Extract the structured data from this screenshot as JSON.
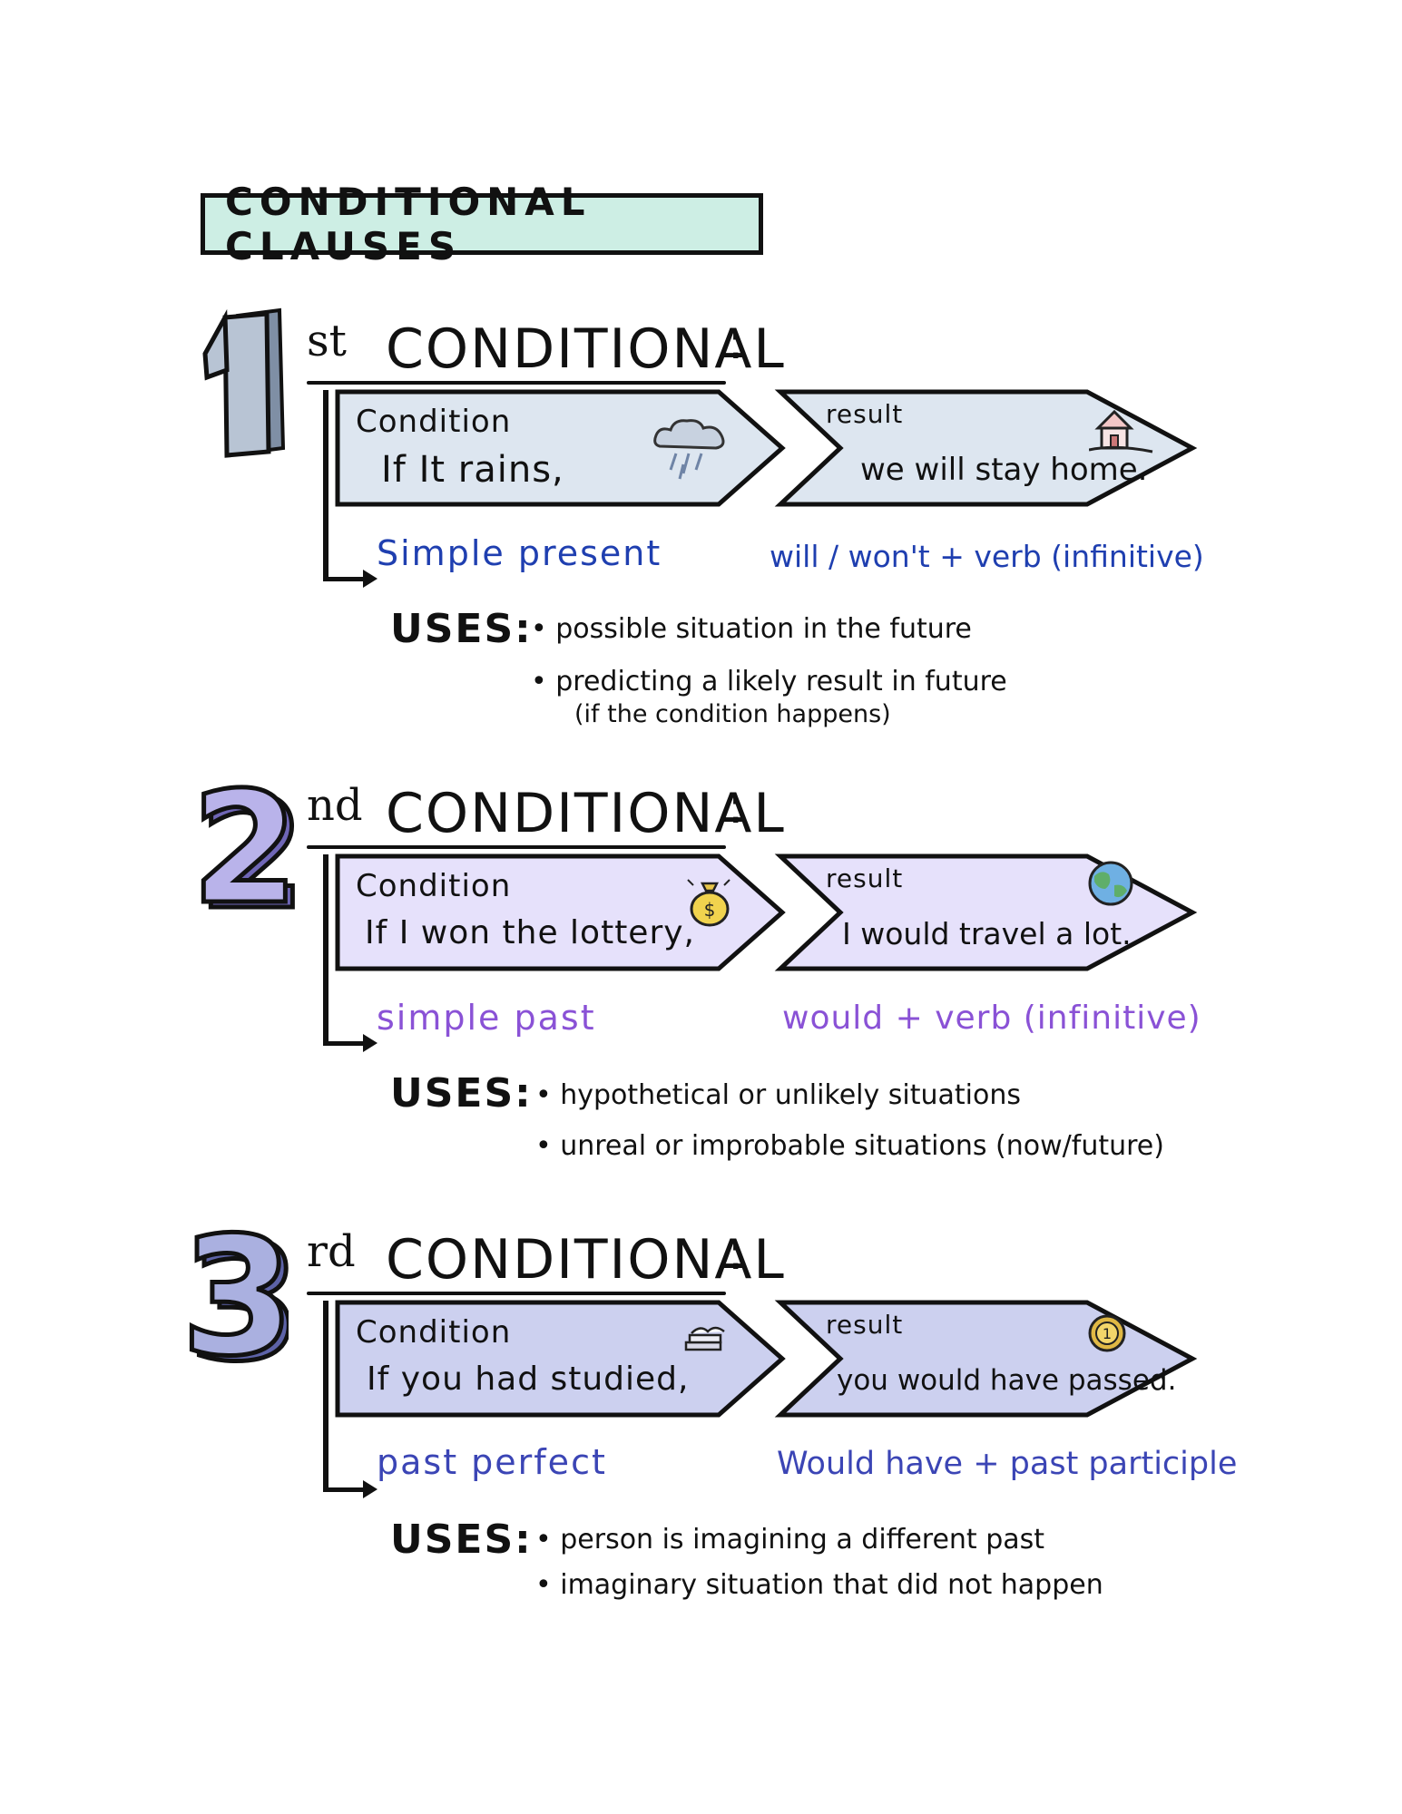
{
  "title": "CONDITIONAL CLAUSES",
  "colors": {
    "title_bg": "#cdeee4",
    "c1_fill": "#dde6f0",
    "c2_fill": "#e6e1fb",
    "c3_fill": "#ccd0ef",
    "c1_tense": "#1f3fb0",
    "c2_tense": "#8a52d6",
    "c3_tense": "#3b45b5"
  },
  "sections": [
    {
      "number": "1",
      "suffix": "st",
      "heading": "CONDITIONAL",
      "colon": ":",
      "condition_label": "Condition",
      "condition_text": "If It rains,",
      "condition_icon": "rain-cloud-icon",
      "result_label": "result",
      "result_text": "we will stay home.",
      "result_icon": "house-icon",
      "condition_tense": "Simple present",
      "result_formula": "will / won't + verb (infinitive)",
      "uses_label": "USES:",
      "uses": [
        "• possible situation in the future",
        "• predicting a likely result in future",
        "(if the condition happens)"
      ]
    },
    {
      "number": "2",
      "suffix": "nd",
      "heading": "CONDITIONAL",
      "colon": ":",
      "condition_label": "Condition",
      "condition_text": "If I won the lottery,",
      "condition_icon": "money-bag-icon",
      "result_label": "result",
      "result_text": "I would travel a lot.",
      "result_icon": "globe-icon",
      "condition_tense": "simple past",
      "result_formula": "would + verb (infinitive)",
      "uses_label": "USES:",
      "uses": [
        "• hypothetical or unlikely situations",
        "• unreal or improbable situations (now/future)"
      ]
    },
    {
      "number": "3",
      "suffix": "rd",
      "heading": "CONDITIONAL",
      "colon": ":",
      "condition_label": "Condition",
      "condition_text": "If you had studied,",
      "condition_icon": "books-icon",
      "result_label": "result",
      "result_text": "you would have passed.",
      "result_icon": "medal-icon",
      "condition_tense": "past perfect",
      "result_formula": "Would have + past participle",
      "uses_label": "USES:",
      "uses": [
        "• person is imagining a different past",
        "• imaginary situation that did not happen"
      ]
    }
  ]
}
